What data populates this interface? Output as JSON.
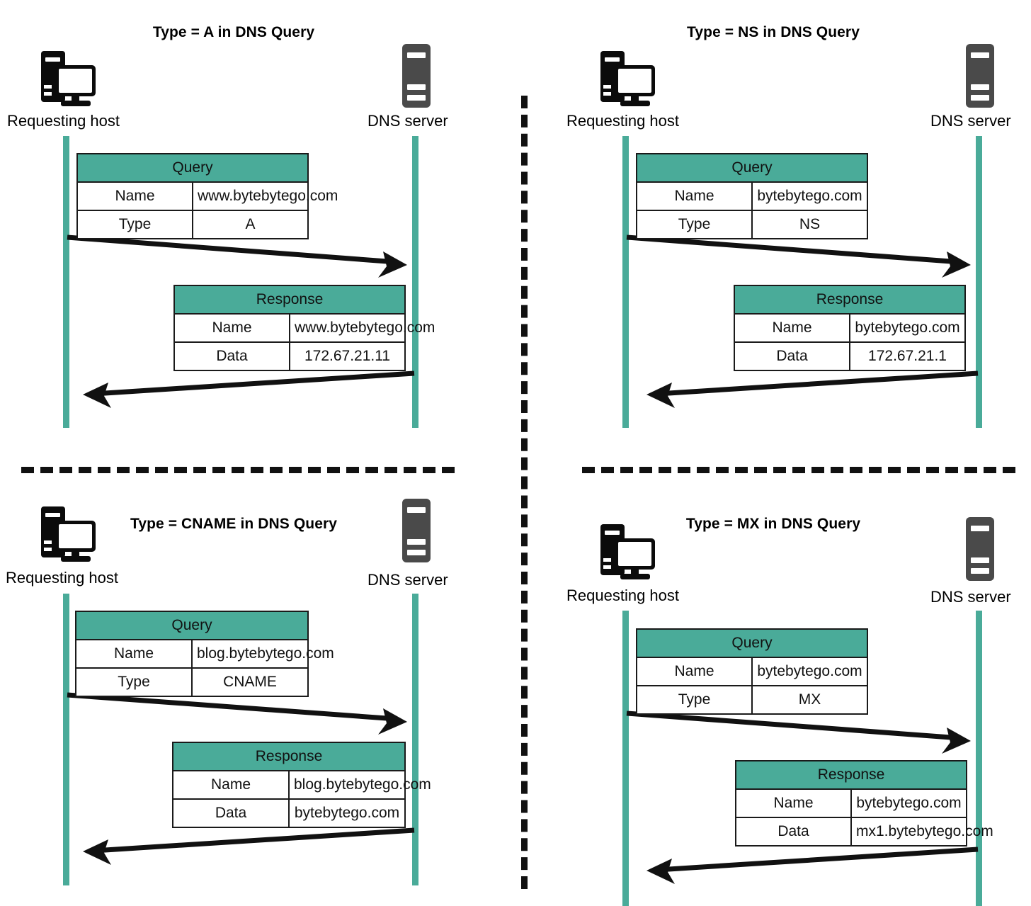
{
  "diagram": {
    "title_shared_suffix": "in DNS Query",
    "accent_color": "#4aab99",
    "server_color": "#4a4a4a",
    "line_color": "#111111"
  },
  "labels": {
    "requesting_host": "Requesting host",
    "dns_server": "DNS server",
    "query_header": "Query",
    "response_header": "Response",
    "name_key": "Name",
    "type_key": "Type",
    "data_key": "Data"
  },
  "quadrants": [
    {
      "id": "a-record",
      "title": "Type = A in DNS Query",
      "host_label": "Requesting host",
      "server_label": "DNS server",
      "query": {
        "header": "Query",
        "name_key": "Name",
        "name_value": "www.bytebytego.com",
        "type_key": "Type",
        "type_value": "A"
      },
      "response": {
        "header": "Response",
        "name_key": "Name",
        "name_value": "www.bytebytego.com",
        "data_key": "Data",
        "data_value": "172.67.21.11"
      }
    },
    {
      "id": "ns-record",
      "title": "Type = NS in DNS Query",
      "host_label": "Requesting host",
      "server_label": "DNS server",
      "query": {
        "header": "Query",
        "name_key": "Name",
        "name_value": "bytebytego.com",
        "type_key": "Type",
        "type_value": "NS"
      },
      "response": {
        "header": "Response",
        "name_key": "Name",
        "name_value": "bytebytego.com",
        "data_key": "Data",
        "data_value": "172.67.21.1"
      }
    },
    {
      "id": "cname-record",
      "title": "Type = CNAME in DNS Query",
      "host_label": "Requesting host",
      "server_label": "DNS server",
      "query": {
        "header": "Query",
        "name_key": "Name",
        "name_value": "blog.bytebytego.com",
        "type_key": "Type",
        "type_value": "CNAME"
      },
      "response": {
        "header": "Response",
        "name_key": "Name",
        "name_value": "blog.bytebytego.com",
        "data_key": "Data",
        "data_value": "bytebytego.com"
      }
    },
    {
      "id": "mx-record",
      "title": "Type = MX in DNS Query",
      "host_label": "Requesting host",
      "server_label": "DNS server",
      "query": {
        "header": "Query",
        "name_key": "Name",
        "name_value": "bytebytego.com",
        "type_key": "Type",
        "type_value": "MX"
      },
      "response": {
        "header": "Response",
        "name_key": "Name",
        "name_value": "bytebytego.com",
        "data_key": "Data",
        "data_value": "mx1.bytebytego.com"
      }
    }
  ]
}
